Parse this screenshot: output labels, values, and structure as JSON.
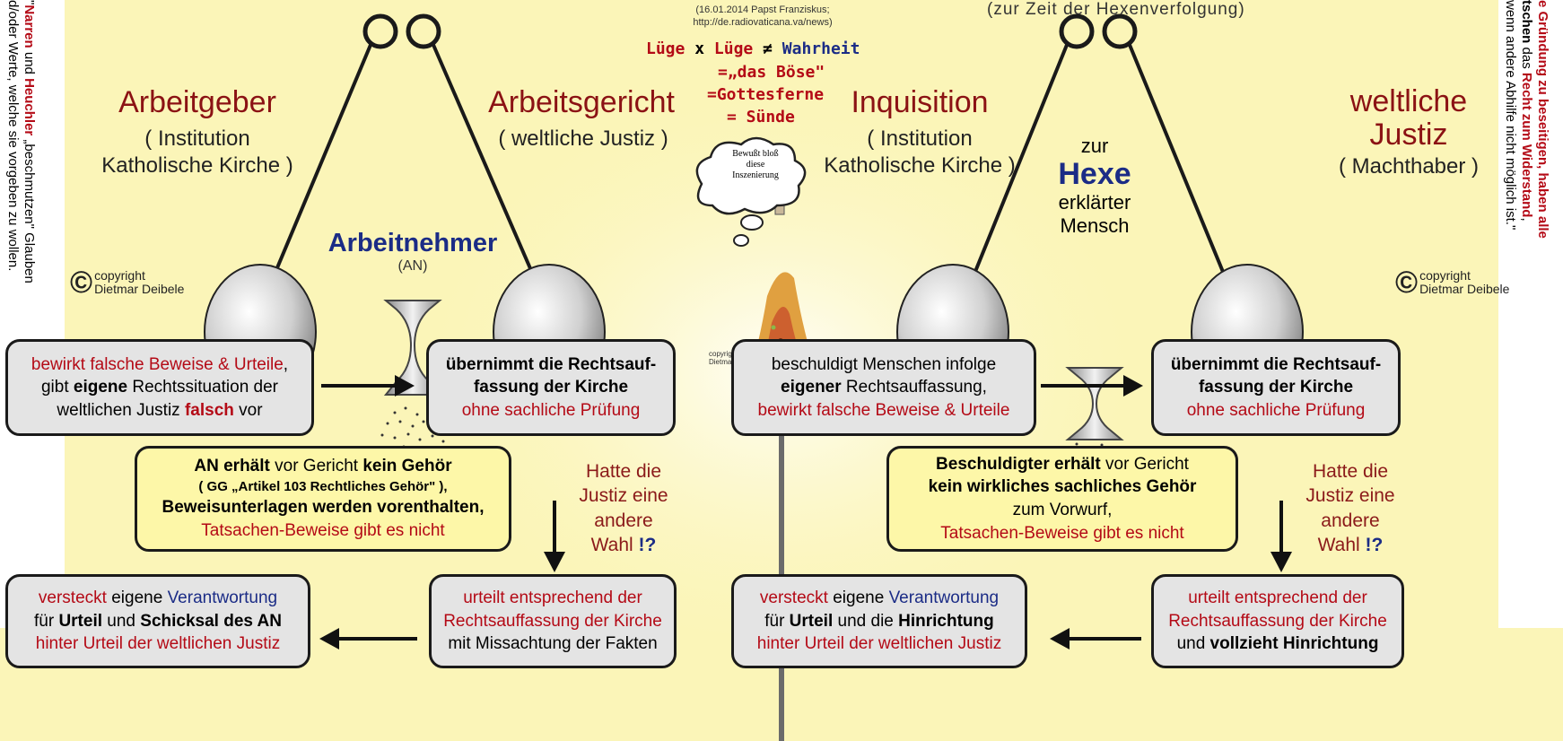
{
  "left_strip": {
    "line1a": "\"",
    "line1b": "Narren",
    "line1c": " und ",
    "line1d": "Heuchler",
    "line1e": " „beschmutzen\" Glauben",
    "line2": "d/oder Werte, welche sie vorgeben zu wollen."
  },
  "right_strip": {
    "line1a": "e Gründung zu beseitigen, haben alle",
    "line2a": "tschen",
    "line2b": " das ",
    "line2c": "Recht zum Widerstand",
    "line2d": ",",
    "line3": "wenn andere Abhilfe nicht möglich ist.\""
  },
  "header": {
    "source_line1": "(16.01.2014 Papst Franziskus;",
    "source_line2": "http://de.radiovaticana.va/news)",
    "right_caption": "(zur Zeit der Hexenverfolgung)"
  },
  "equation": {
    "lhs_a": "Lüge",
    "times": "x",
    "lhs_b": "Lüge",
    "neq": "≠",
    "rhs": "Wahrheit",
    "r1": "=„das Böse\"",
    "r2": "=Gottesferne",
    "r3": "= Sünde"
  },
  "bubble": {
    "l1": "Bewußt bloß",
    "l2": "diese",
    "l3": "Inszenierung"
  },
  "pyre_copyright": {
    "l1": "copyright",
    "l2": "Dietmar Deibele"
  },
  "left": {
    "employer": {
      "title": "Arbeitgeber",
      "sub1": "( Institution",
      "sub2": "Katholische Kirche )"
    },
    "court": {
      "title": "Arbeitsgericht",
      "sub1": "( weltliche Justiz )"
    },
    "employee": {
      "title": "Arbeitnehmer",
      "sub": "(AN)"
    },
    "copyright": {
      "c": "©",
      "l1": "copyright",
      "l2": "Dietmar Deibele"
    },
    "box1": {
      "a": "bewirkt falsche Beweise & Urteile",
      "b": ",",
      "c": "gibt ",
      "d": "eigene",
      "e": " Rechtssituation der",
      "f": "weltlichen Justiz ",
      "g": "falsch",
      "h": " vor"
    },
    "box2": {
      "a": "übernimmt die Rechtsauf-",
      "b": "fassung der Kirche",
      "c": "ohne sachliche Prüfung"
    },
    "box3": {
      "a": "AN erhält",
      "b": " vor Gericht ",
      "c": "kein Gehör",
      "d": "( GG „Artikel 103 Rechtliches Gehör\" ),",
      "e": "Beweisunterlagen werden vorenthalten,",
      "f": "Tatsachen-Beweise gibt es nicht"
    },
    "question": {
      "l1": "Hatte die",
      "l2": "Justiz eine",
      "l3": "andere",
      "l4": "Wahl ",
      "l5": "!?"
    },
    "box4": {
      "a": "versteckt",
      "b": " eigene ",
      "c": "Verantwortung",
      "d": "für ",
      "e": "Urteil",
      "f": " und ",
      "g": "Schicksal des AN",
      "h": "hinter Urteil der weltlichen Justiz"
    },
    "box5": {
      "a": "urteilt entsprechend der",
      "b": "Rechtsauffassung der Kirche",
      "c": "mit Missachtung der Fakten"
    }
  },
  "right": {
    "inquisition": {
      "title": "Inquisition",
      "sub1": "( Institution",
      "sub2": "Katholische Kirche )"
    },
    "justice": {
      "title1": "weltliche",
      "title2": "Justiz",
      "sub": "( Machthaber )"
    },
    "witch": {
      "l1": "zur",
      "l2": "Hexe",
      "l3": "erklärter",
      "l4": "Mensch"
    },
    "copyright": {
      "c": "©",
      "l1": "copyright",
      "l2": "Dietmar Deibele"
    },
    "box1": {
      "a": "beschuldigt Menschen infolge",
      "b": "eigener",
      "c": " Rechtsauffassung,",
      "d": "bewirkt falsche Beweise & Urteile"
    },
    "box2": {
      "a": "übernimmt die Rechtsauf-",
      "b": "fassung der Kirche",
      "c": "ohne sachliche Prüfung"
    },
    "box3": {
      "a": "Beschuldigter erhält",
      "b": " vor Gericht",
      "c": "kein wirkliches sachliches Gehör",
      "d": "zum Vorwurf,",
      "e": "Tatsachen-Beweise gibt es nicht"
    },
    "question": {
      "l1": "Hatte die",
      "l2": "Justiz eine",
      "l3": "andere",
      "l4": "Wahl ",
      "l5": "!?"
    },
    "box4": {
      "a": "versteckt",
      "b": " eigene ",
      "c": "Verantwortung",
      "d": "für ",
      "e": "Urteil",
      "f": " und die ",
      "g": "Hinrichtung",
      "h": "hinter Urteil der weltlichen Justiz"
    },
    "box5": {
      "a": "urteilt entsprechend der",
      "b": "Rechtsauffassung der Kirche",
      "c": "und ",
      "d": "vollzieht Hinrichtung"
    }
  }
}
